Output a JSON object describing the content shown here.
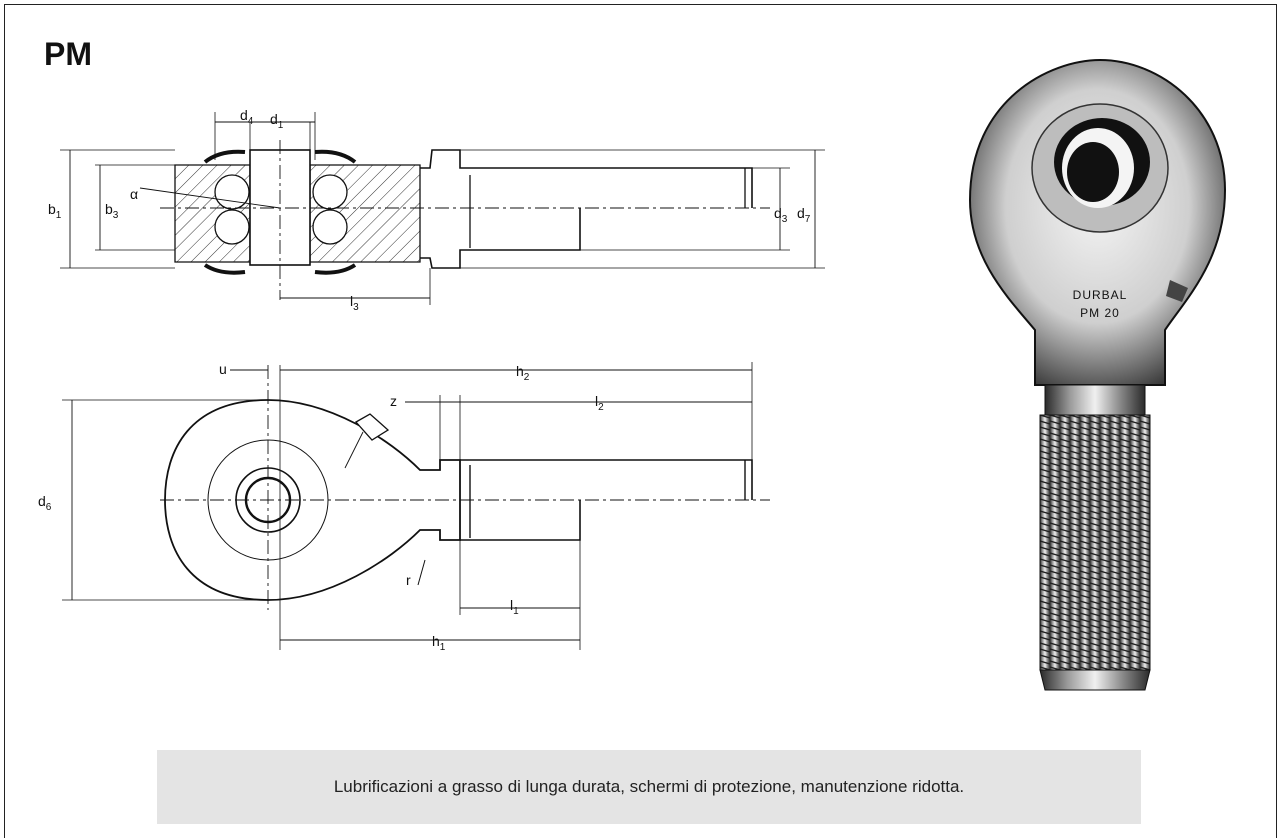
{
  "title": "PM",
  "caption": "Lubrificazioni a grasso di lunga durata, schermi di protezione, manutenzione ridotta.",
  "labels": {
    "d4": "d",
    "d4_sub": "4",
    "d1": "d",
    "d1_sub": "1",
    "b1": "b",
    "b1_sub": "1",
    "b3": "b",
    "b3_sub": "3",
    "alpha": "α",
    "d3": "d",
    "d3_sub": "3",
    "d7": "d",
    "d7_sub": "7",
    "l3": "l",
    "l3_sub": "3",
    "u": "u",
    "h2": "h",
    "h2_sub": "2",
    "z": "z",
    "l2": "l",
    "l2_sub": "2",
    "d6": "d",
    "d6_sub": "6",
    "r": "r",
    "l1": "l",
    "l1_sub": "1",
    "h1": "h",
    "h1_sub": "1"
  },
  "photo": {
    "brand": "DURBAL",
    "model": "PM 20"
  }
}
